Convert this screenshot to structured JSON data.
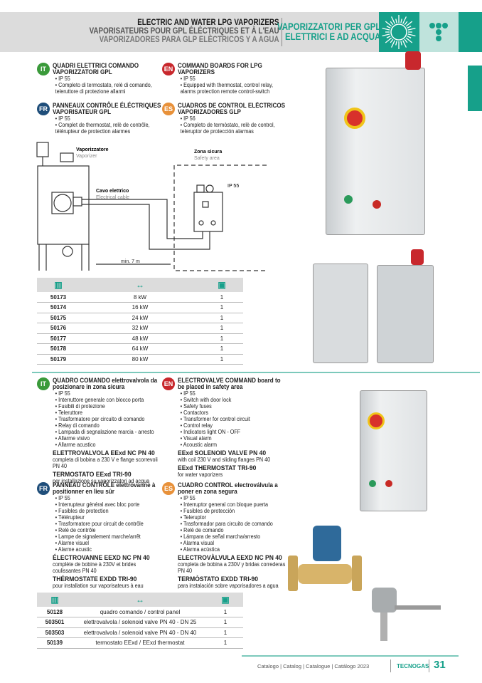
{
  "header": {
    "en": "ELECTRIC AND WATER LPG VAPORIZERS",
    "fr": "VAPORISATEURS POUR GPL ÉLÉCTRIQUES ET À L'EAU",
    "es": "VAPORIZADORES PARA GLP ELÈCTRICOS Y A AGUA",
    "it1": "VAPORIZZATORI PER GPL",
    "it2": "ELETTRICI E AD ACQUA"
  },
  "section1": {
    "it": {
      "badge": "IT",
      "title": "QUADRI ELETTRICI COMANDO VAPORIZZATORI GPL",
      "bullets": [
        "IP 55",
        "Completo di termostato, relè di comando, teleruttore di protezione allarmi"
      ]
    },
    "en": {
      "badge": "EN",
      "title": "COMMAND BOARDS FOR LPG VAPORIZERS",
      "bullets": [
        "IP 55",
        "Equipped with thermostat, control relay, alarms protection remote control-switch"
      ]
    },
    "fr": {
      "badge": "FR",
      "title": "PANNEAUX CONTRÔLE ÉLÉCTRIQUES VAPORISATEUR GPL",
      "bullets": [
        "IP 55",
        "Complet de thermostat, relè de contrôle, télérupteur de protection alarmes"
      ]
    },
    "es": {
      "badge": "ES",
      "title": "CUADROS DE CONTROL ELÈCTRICOS VAPORIZADORES GLP",
      "bullets": [
        "IP 56",
        "Completo de termòstato, relè de control, teleruptor de protección alarmas"
      ]
    }
  },
  "diagram": {
    "vap_it": "Vaporizzatore",
    "vap_en": "Vaporizer",
    "zone_it": "Zona sicura",
    "zone_en": "Safety area",
    "cable_it": "Cavo elettrico",
    "cable_en": "Electrical cable",
    "ip": "IP 55",
    "distance": "min. 7 m"
  },
  "table1": {
    "rows": [
      [
        "50173",
        "8 kW",
        "1"
      ],
      [
        "50174",
        "16 kW",
        "1"
      ],
      [
        "50175",
        "24 kW",
        "1"
      ],
      [
        "50176",
        "32 kW",
        "1"
      ],
      [
        "50177",
        "48 kW",
        "1"
      ],
      [
        "50178",
        "64 kW",
        "1"
      ],
      [
        "50179",
        "80 kW",
        "1"
      ]
    ]
  },
  "section2": {
    "it": {
      "badge": "IT",
      "title_b": "QUADRO COMANDO",
      "title_r": " elettrovalvola da posizionare in zona sicura",
      "bullets": [
        "IP 55",
        "Interruttore generale con blocco porta",
        "Fusibili di protezione",
        "Teleruttore",
        "Trasformatore per circuito di comando",
        "Relay di comando",
        "Lampada di segnalazione marcia - arresto",
        "Allarme visivo",
        "Allarme acustico"
      ],
      "s1": "ELETTROVALVOLA EExd NC PN 40",
      "d1": "completa di bobina a 230 V e flange scorrevoli PN 40",
      "s2": "TERMOSTATO EExd TRI-90",
      "d2": "per installazione su vaporizzatori ad acqua"
    },
    "en": {
      "badge": "EN",
      "title_b": "ELECTROVALVE COMMAND",
      "title_r": " board to be placed in safety area",
      "bullets": [
        "IP 55",
        "Switch with door lock",
        "Safety fuses",
        "Contactors",
        "Transformer for control circuit",
        "Control relay",
        "Indicators light ON - OFF",
        "Visual alarm",
        "Acoustic alarm"
      ],
      "s1": "EExd SOLENOID VALVE PN 40",
      "d1": "with coil 230 V and sliding flanges PN 40",
      "s2": "EExd THERMOSTAT TRI-90",
      "d2": " for water vaporizers"
    },
    "fr": {
      "badge": "FR",
      "title_b": "PANNEAU CONTRÔLE",
      "title_r": " elettrovanne à positionner en lieu sûr",
      "bullets": [
        "IP 55",
        "Interrupteur général avec bloc porte",
        "Fusibles de protection",
        "Télérupteur",
        "Trasformatore pour circuit de contrôle",
        "Relè de contrôle",
        "Lampe de signalement marche/arrêt",
        "Alarme visuel",
        "Alarme acustic"
      ],
      "s1": "ÉLECTROVANNE EEXD NC PN 40",
      "d1": "complète de bobine à 230V et brides coulissantes PN 40",
      "s2": "THÉRMOSTATE EXDD TRI-90",
      "d2": "pour installation sur vaporisateurs à eau"
    },
    "es": {
      "badge": "ES",
      "title_b": "CUADRO CONTROL",
      "title_r": " electroválvula a poner en zona segura",
      "bullets": [
        "IP 55",
        "Interruptor general con bloque puerta",
        "Fusibles de protección",
        "Teleruptor",
        "Trasformador para circuito de comando",
        "Relè de comando",
        "Lámpara de señal marcha/arresto",
        "Alarma visual",
        "Alarma acùstica"
      ],
      "s1": "ELECTROVÀLVULA EEXD NC PN 40",
      "d1": "completa de bobina a 230V y bridas correderas PN 40",
      "s2": "TERMÒSTATO EXDD TRI-90",
      "d2": "para instalación sobre vaporisadores a agua"
    }
  },
  "table2": {
    "rows": [
      [
        "50128",
        "quadro comando / control panel",
        "1"
      ],
      [
        "503501",
        "elettrovalvola / solenoid valve PN 40 - DN 25",
        "1"
      ],
      [
        "503503",
        "elettrovalvola / solenoid valve PN 40 - DN 40",
        "1"
      ],
      [
        "50139",
        "termostato EExd / EExd thermostat",
        "1"
      ]
    ]
  },
  "footer": {
    "catalog": "Catalogo | Catalog | Catalogue | Catálogo 2023",
    "brand": "TECNOGAS",
    "page": "31"
  },
  "colors": {
    "teal": "#16a08a",
    "it": "#3a9a3a",
    "en": "#c8282d",
    "fr": "#1f4e7a",
    "es": "#e8913a"
  }
}
